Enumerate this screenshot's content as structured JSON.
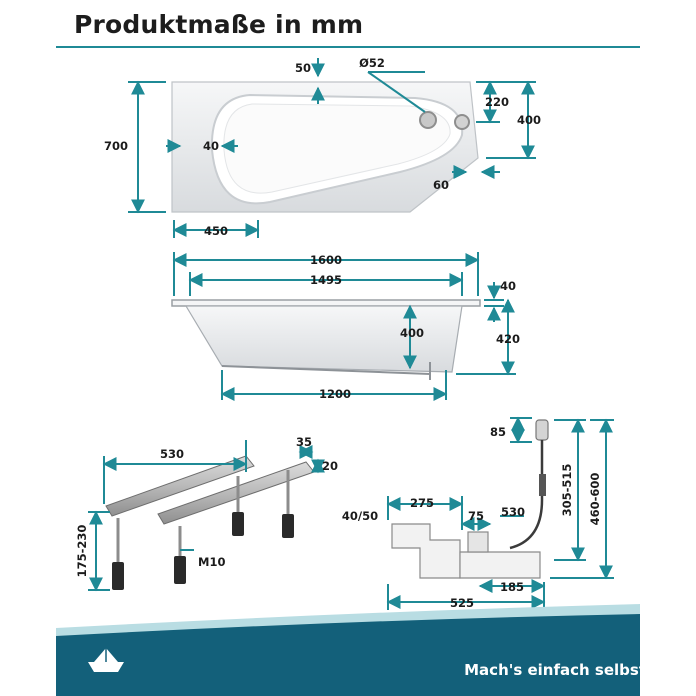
{
  "title": "Produktmaße in mm",
  "slogan": "Mach's einfach selbst",
  "colors": {
    "accent": "#1f8a96",
    "band": "#13607a",
    "text": "#1b1b1b"
  },
  "icons": {
    "logo": "paper-boat-icon"
  },
  "top_view": {
    "overflow_diameter": "Ø52",
    "edge_top": "50",
    "overall_width": "700",
    "inner_offset": "40",
    "foot_width": "450",
    "drain_offset": "220",
    "right_height": "400",
    "right_inset": "60"
  },
  "side_view": {
    "overall_length": "1600",
    "inner_length": "1495",
    "floor_length": "1200",
    "inner_depth": "400",
    "rim_height": "40",
    "total_height": "420"
  },
  "frame": {
    "length": "530",
    "profile_a": "35",
    "profile_b": "20",
    "leg_height": "175-230",
    "thread": "M10"
  },
  "drain": {
    "pipe_diameter": "40/50",
    "trap_width": "275",
    "outlet_width": "75",
    "cable_length": "530",
    "overflow_height": "85",
    "height_range_a": "305-515",
    "height_range_b": "460-600",
    "base_length": "525",
    "base_offset": "185"
  }
}
